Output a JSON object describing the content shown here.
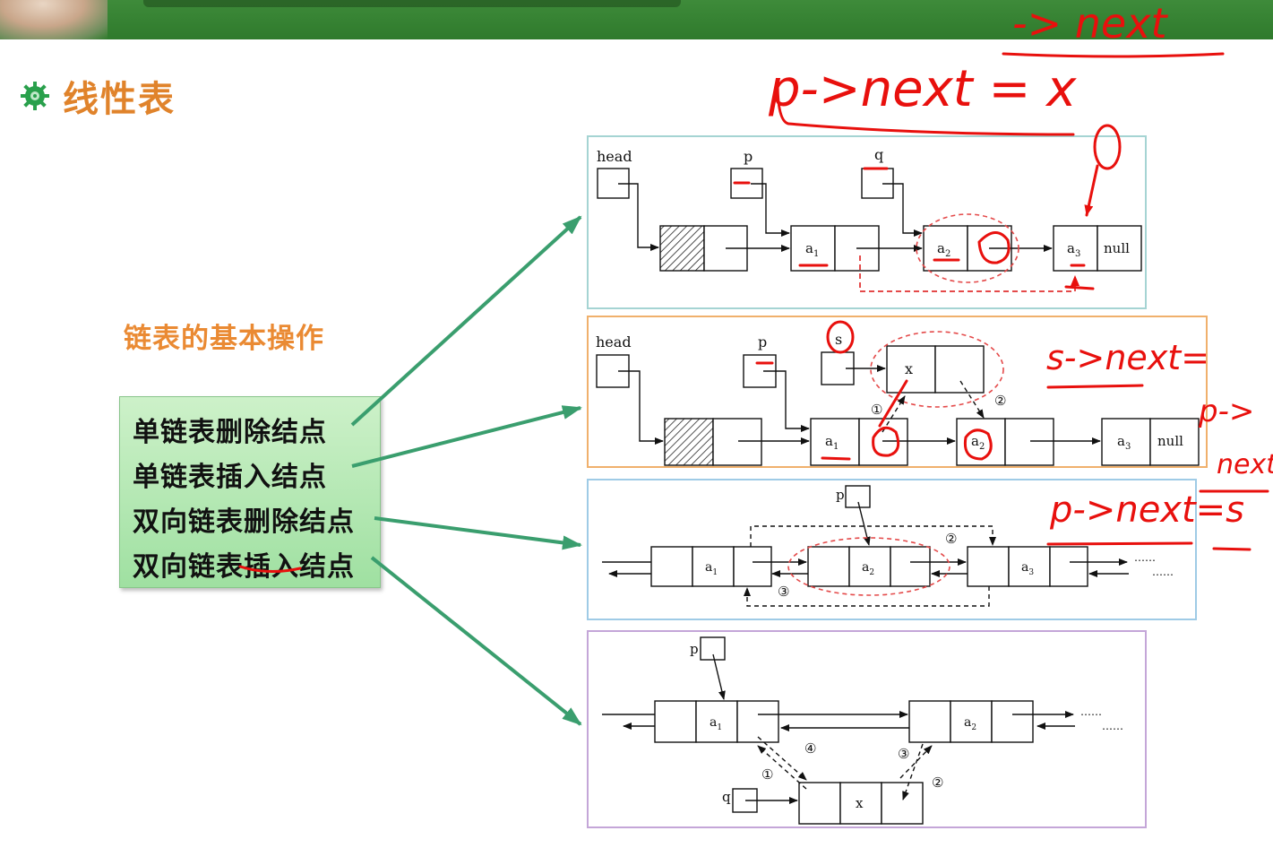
{
  "section_title": "线性表",
  "subtitle": "链表的基本操作",
  "menu": [
    "单链表删除结点",
    "单链表插入结点",
    "双向链表删除结点",
    "双向链表插入结点"
  ],
  "labels": {
    "head": "head",
    "p": "p",
    "q": "q",
    "s": "s",
    "x": "x",
    "null": "null",
    "a": "a",
    "sub1": "1",
    "sub2": "2",
    "sub3": "3",
    "dots": "……",
    "step1": "①",
    "step2": "②",
    "step3": "③",
    "step4": "④"
  },
  "annotations": {
    "top": "-> next",
    "line1": "p->next = x",
    "line2": "s->next=",
    "line3": "p->",
    "line4": "next",
    "line5": "p->next=s"
  },
  "colors": {
    "accent_orange": "#e0832b",
    "header_green": "#2f7a2c",
    "arrow_green": "#3a9e6e",
    "ink_red": "#e8100d",
    "highlight_red": "#e44a4a"
  }
}
